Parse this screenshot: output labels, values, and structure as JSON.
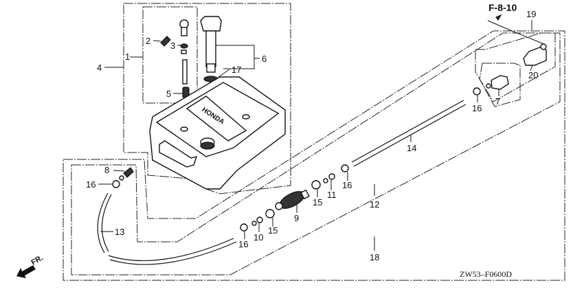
{
  "diagram": {
    "title": "Fuel Tank Parts Diagram",
    "reference": "F-8-10",
    "drawing_code": "ZW53–F0600D",
    "front_indicator": "FR.",
    "brand_on_tank": "HONDA",
    "callouts": [
      {
        "id": "1",
        "label": "1"
      },
      {
        "id": "2",
        "label": "2"
      },
      {
        "id": "3",
        "label": "3"
      },
      {
        "id": "4",
        "label": "4"
      },
      {
        "id": "5",
        "label": "5"
      },
      {
        "id": "6",
        "label": "6"
      },
      {
        "id": "7",
        "label": "7"
      },
      {
        "id": "8",
        "label": "8"
      },
      {
        "id": "9",
        "label": "9"
      },
      {
        "id": "10",
        "label": "10"
      },
      {
        "id": "11",
        "label": "11"
      },
      {
        "id": "12",
        "label": "12"
      },
      {
        "id": "13",
        "label": "13"
      },
      {
        "id": "14",
        "label": "14"
      },
      {
        "id": "15a",
        "label": "15"
      },
      {
        "id": "15b",
        "label": "15"
      },
      {
        "id": "16a",
        "label": "16"
      },
      {
        "id": "16b",
        "label": "16"
      },
      {
        "id": "16c",
        "label": "16"
      },
      {
        "id": "16d",
        "label": "16"
      },
      {
        "id": "17",
        "label": "17"
      },
      {
        "id": "18",
        "label": "18"
      },
      {
        "id": "19",
        "label": "19"
      },
      {
        "id": "20",
        "label": "20"
      }
    ]
  }
}
